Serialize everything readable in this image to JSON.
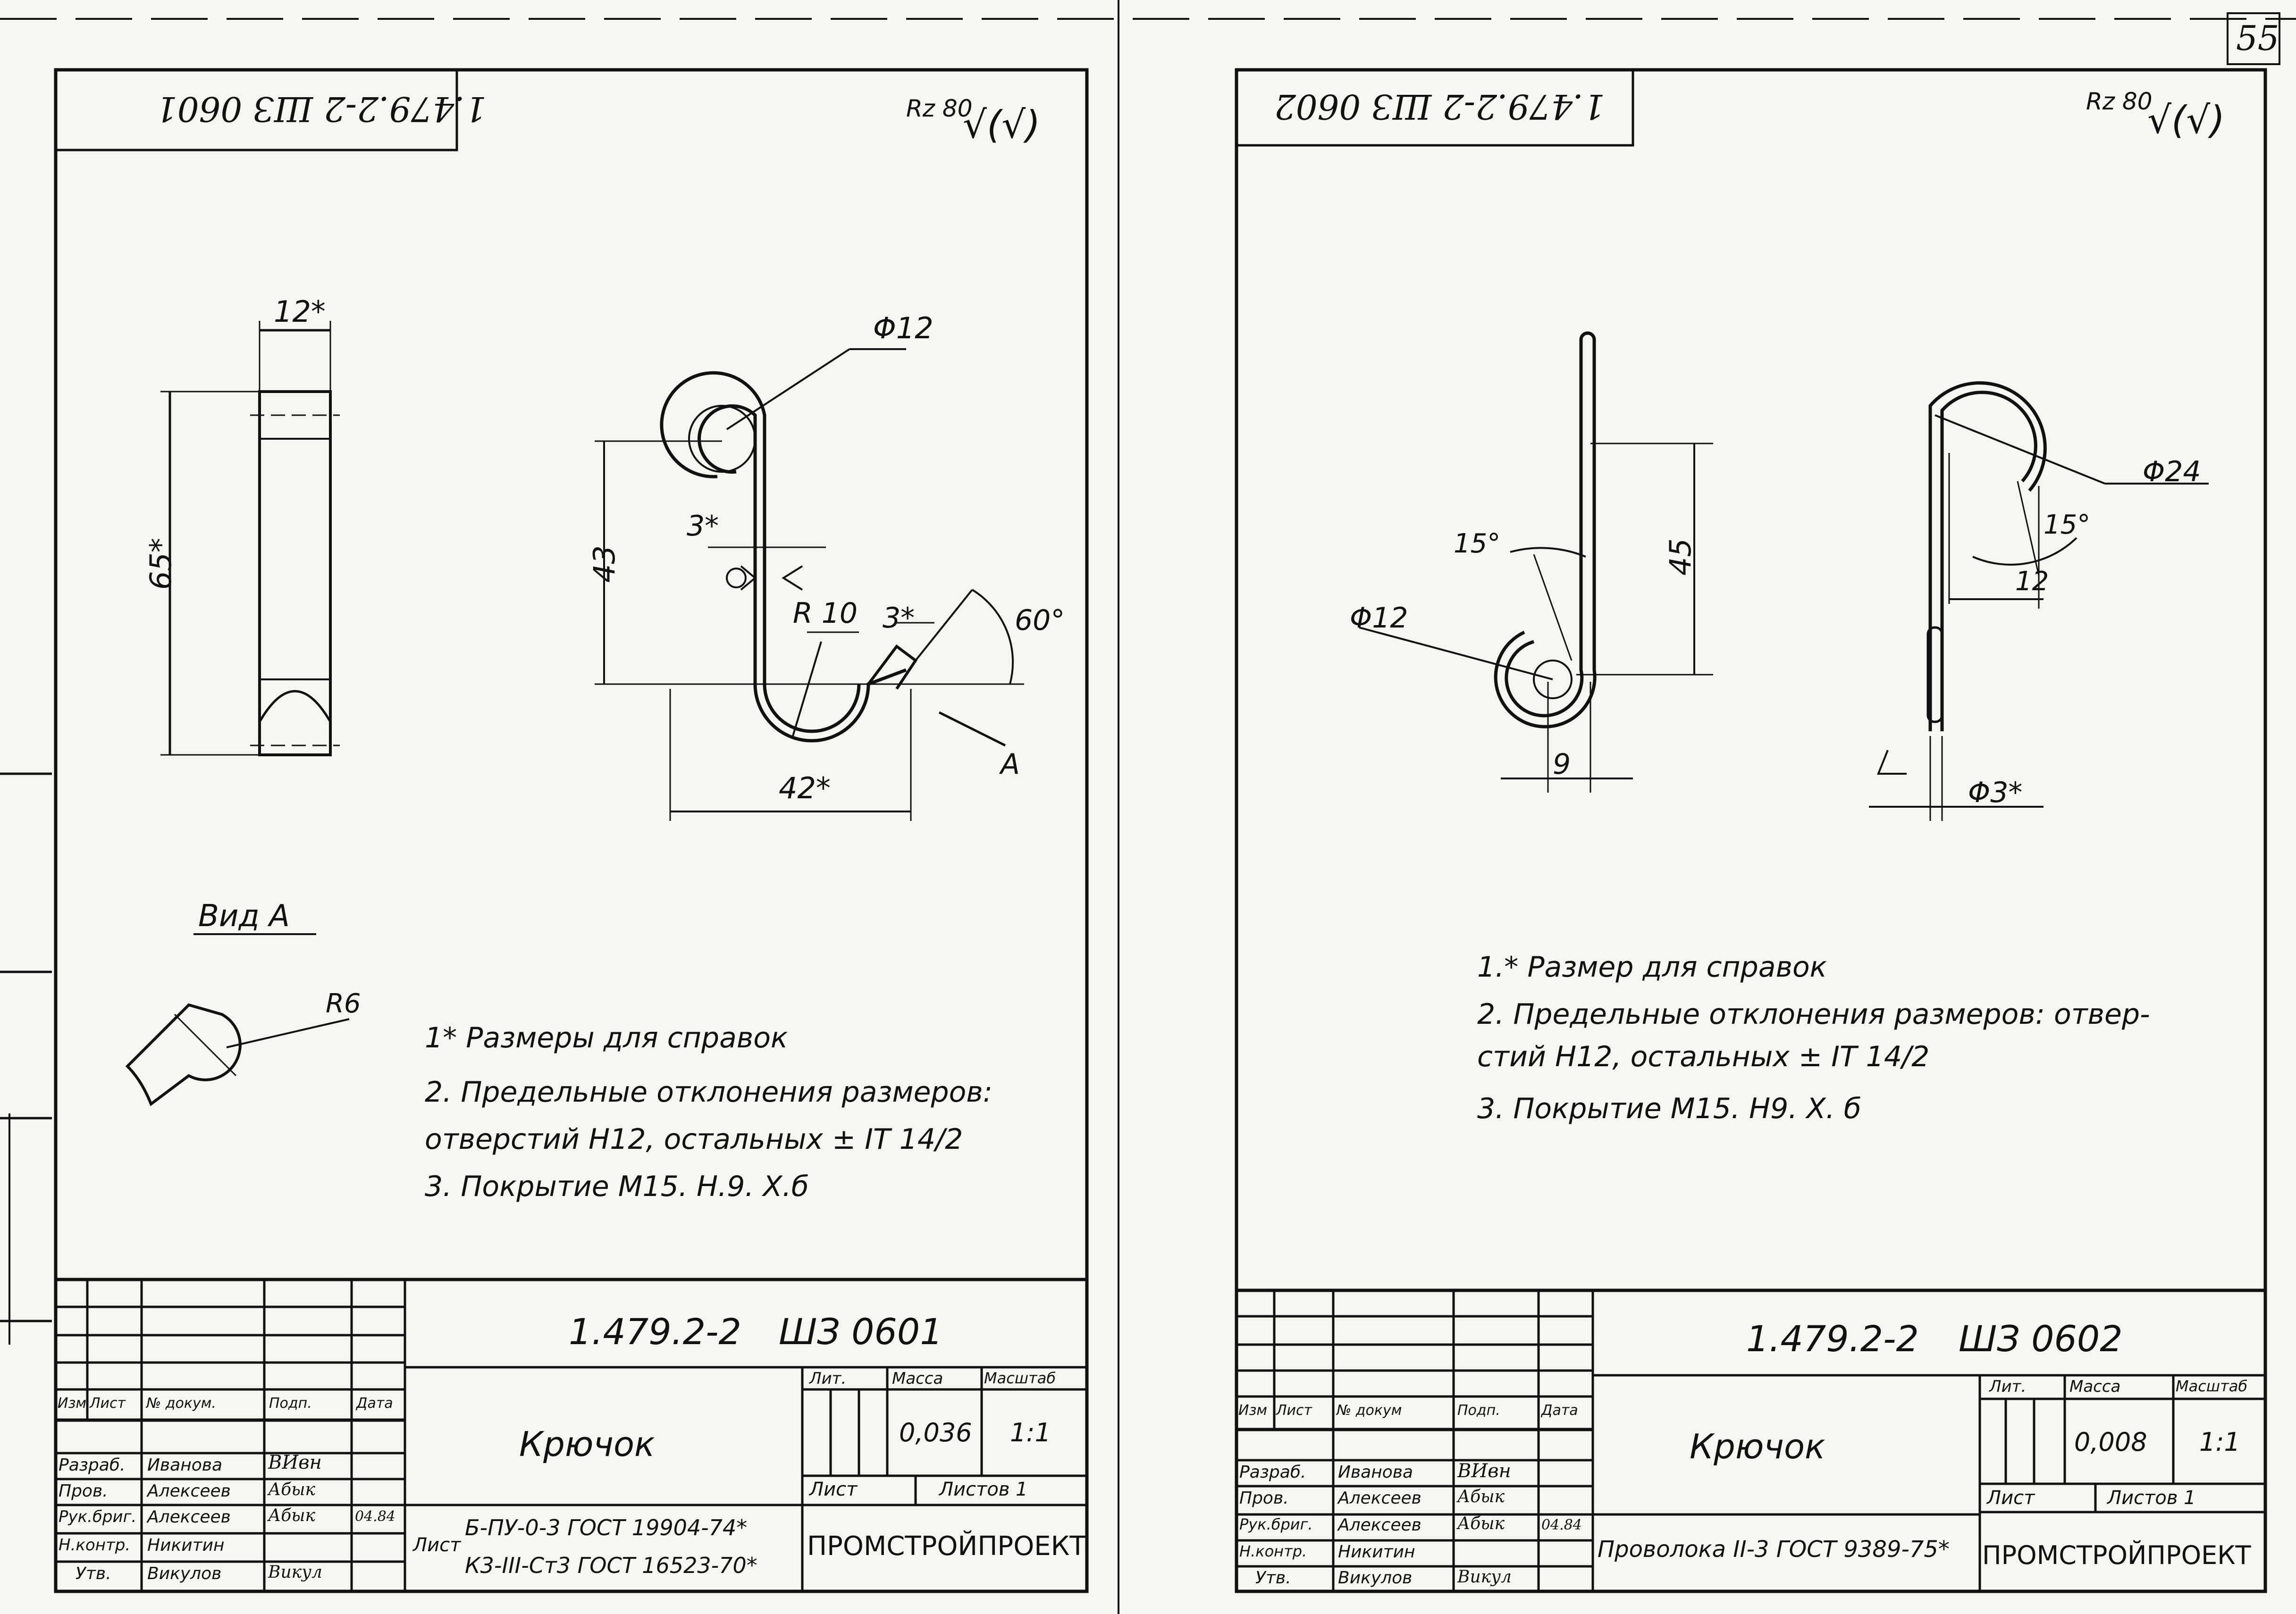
{
  "page_number": "55",
  "sheet1": {
    "doc_code": "1.479.2-2",
    "sheet_code": "ШЗ 0601",
    "mirror_stamp": "1.479.2-2 ШЗ 0601",
    "roughness": "Rz 80",
    "roughness_mark": "√(√)",
    "dims": {
      "thickness": "12*",
      "length": "65*",
      "hole": "Φ12",
      "height": "43",
      "gap": "3*",
      "radius": "R 10",
      "tip": "3*",
      "angle": "60°",
      "width": "42*",
      "view_arrow": "A"
    },
    "view_a_title": "Вид А",
    "view_a_radius": "R6",
    "notes": [
      "1* Размеры для справок",
      "2.  Предельные отклонения размеров:",
      "отверстий H12, остальных ± IT 14/2",
      "3.  Покрытие  М15. Н.9. Х.б"
    ],
    "title": "Крючок",
    "material_prefix": "Лист",
    "material_line1": "Б-ПУ-0-3 ГОСТ 19904-74*",
    "material_line2": "К3-III-Ст3 ГОСТ 16523-70*",
    "header_cols": [
      "Изм",
      "Лист",
      "№ докум.",
      "Подп.",
      "Дата"
    ],
    "roles": [
      "Разраб.",
      "Пров.",
      "Рук.бриг.",
      "Н.контр.",
      "Утв."
    ],
    "names": [
      "Иванова",
      "Алексеев",
      "Алексеев",
      "Никитин",
      "Викулов"
    ],
    "signatures": [
      "ВИвн",
      "Абык",
      "Абык",
      "",
      "Викул"
    ],
    "date": "04.84",
    "lit_label": "Лит.",
    "mass_label": "Масса",
    "scale_label": "Масштаб",
    "mass": "0,036",
    "scale": "1:1",
    "sheet_label": "Лист",
    "sheets_label": "Листов 1",
    "org": "ПРОМСТРОЙПРОЕКТ"
  },
  "sheet2": {
    "doc_code": "1.479.2-2",
    "sheet_code": "ШЗ 0602",
    "mirror_stamp": "1.479.2-2 ШЗ 0602",
    "roughness": "Rz 80",
    "roughness_mark": "√(√)",
    "dims": {
      "small_hole": "Φ12",
      "small_angle": "15°",
      "height": "45",
      "offset": "9",
      "big_hole": "Φ24",
      "big_angle": "15°",
      "gap": "12",
      "wire": "Φ3*"
    },
    "notes": [
      "1.* Размер для справок",
      "2. Предельные отклонения размеров: отвер-",
      "стий H12, остальных ± IT 14/2",
      "3. Покрытие  М15. Н9. Х. б"
    ],
    "title": "Крючок",
    "material": "Проволока II-3 ГОСТ 9389-75*",
    "header_cols": [
      "Изм",
      "Лист",
      "№ докум",
      "Подп.",
      "Дата"
    ],
    "roles": [
      "Разраб.",
      "Пров.",
      "Рук.бриг.",
      "Н.контр.",
      "Утв."
    ],
    "names": [
      "Иванова",
      "Алексеев",
      "Алексеев",
      "Никитин",
      "Викулов"
    ],
    "signatures": [
      "ВИвн",
      "Абык",
      "Абык",
      "",
      "Викул"
    ],
    "date": "04.84",
    "lit_label": "Лит.",
    "mass_label": "Масса",
    "scale_label": "Масштаб",
    "mass": "0,008",
    "scale": "1:1",
    "sheet_label": "Лист",
    "sheets_label": "Листов 1",
    "org": "ПРОМСТРОЙПРОЕКТ"
  }
}
